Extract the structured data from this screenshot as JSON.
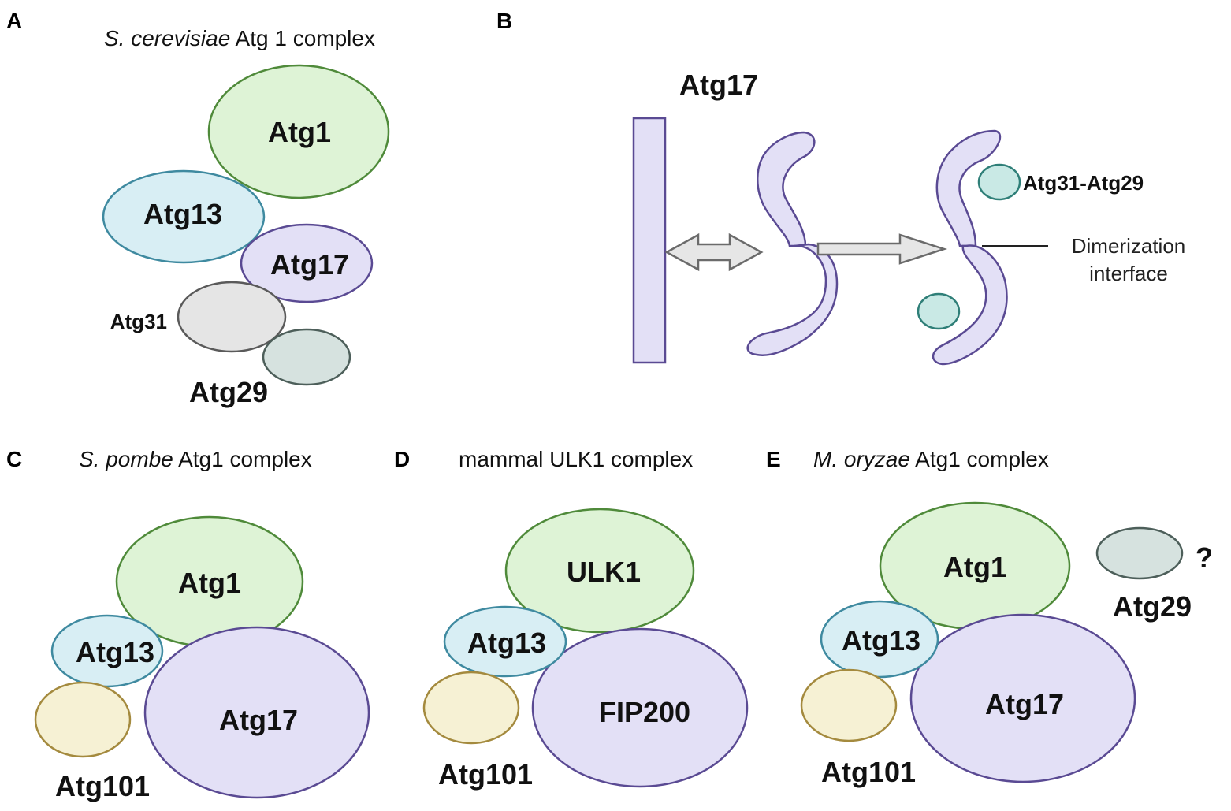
{
  "panels": {
    "a": {
      "letter": "A",
      "title_italic": "S. cerevisiae",
      "title_rest": " Atg 1 complex",
      "labels": {
        "atg1": "Atg1",
        "atg13": "Atg13",
        "atg17": "Atg17",
        "atg31": "Atg31",
        "atg29": "Atg29"
      }
    },
    "b": {
      "letter": "B",
      "labels": {
        "atg17": "Atg17",
        "atg31_atg29": "Atg31-Atg29",
        "dimerization_line1": "Dimerization",
        "dimerization_line2": "interface"
      }
    },
    "c": {
      "letter": "C",
      "title_italic": "S. pombe",
      "title_rest": " Atg1 complex",
      "labels": {
        "atg1": "Atg1",
        "atg13": "Atg13",
        "atg17": "Atg17",
        "atg101": "Atg101"
      }
    },
    "d": {
      "letter": "D",
      "title": "mammal ULK1 complex",
      "labels": {
        "ulk1": "ULK1",
        "atg13": "Atg13",
        "fip200": "FIP200",
        "atg101": "Atg101"
      }
    },
    "e": {
      "letter": "E",
      "title_italic": "M. oryzae",
      "title_rest": " Atg1 complex",
      "labels": {
        "atg1": "Atg1",
        "atg13": "Atg13",
        "atg17": "Atg17",
        "atg101": "Atg101",
        "atg29": "Atg29",
        "question": "?"
      }
    }
  },
  "colors": {
    "atg1_fill": "#def3d6",
    "atg13_fill": "#d8eef4",
    "atg17_fill": "#e3e0f6",
    "atg31_fill": "#e5e5e5",
    "atg29_fill": "#d6e2df",
    "atg101_fill": "#f6f1d4",
    "atg31_atg29_fill": "#c9e9e5"
  }
}
